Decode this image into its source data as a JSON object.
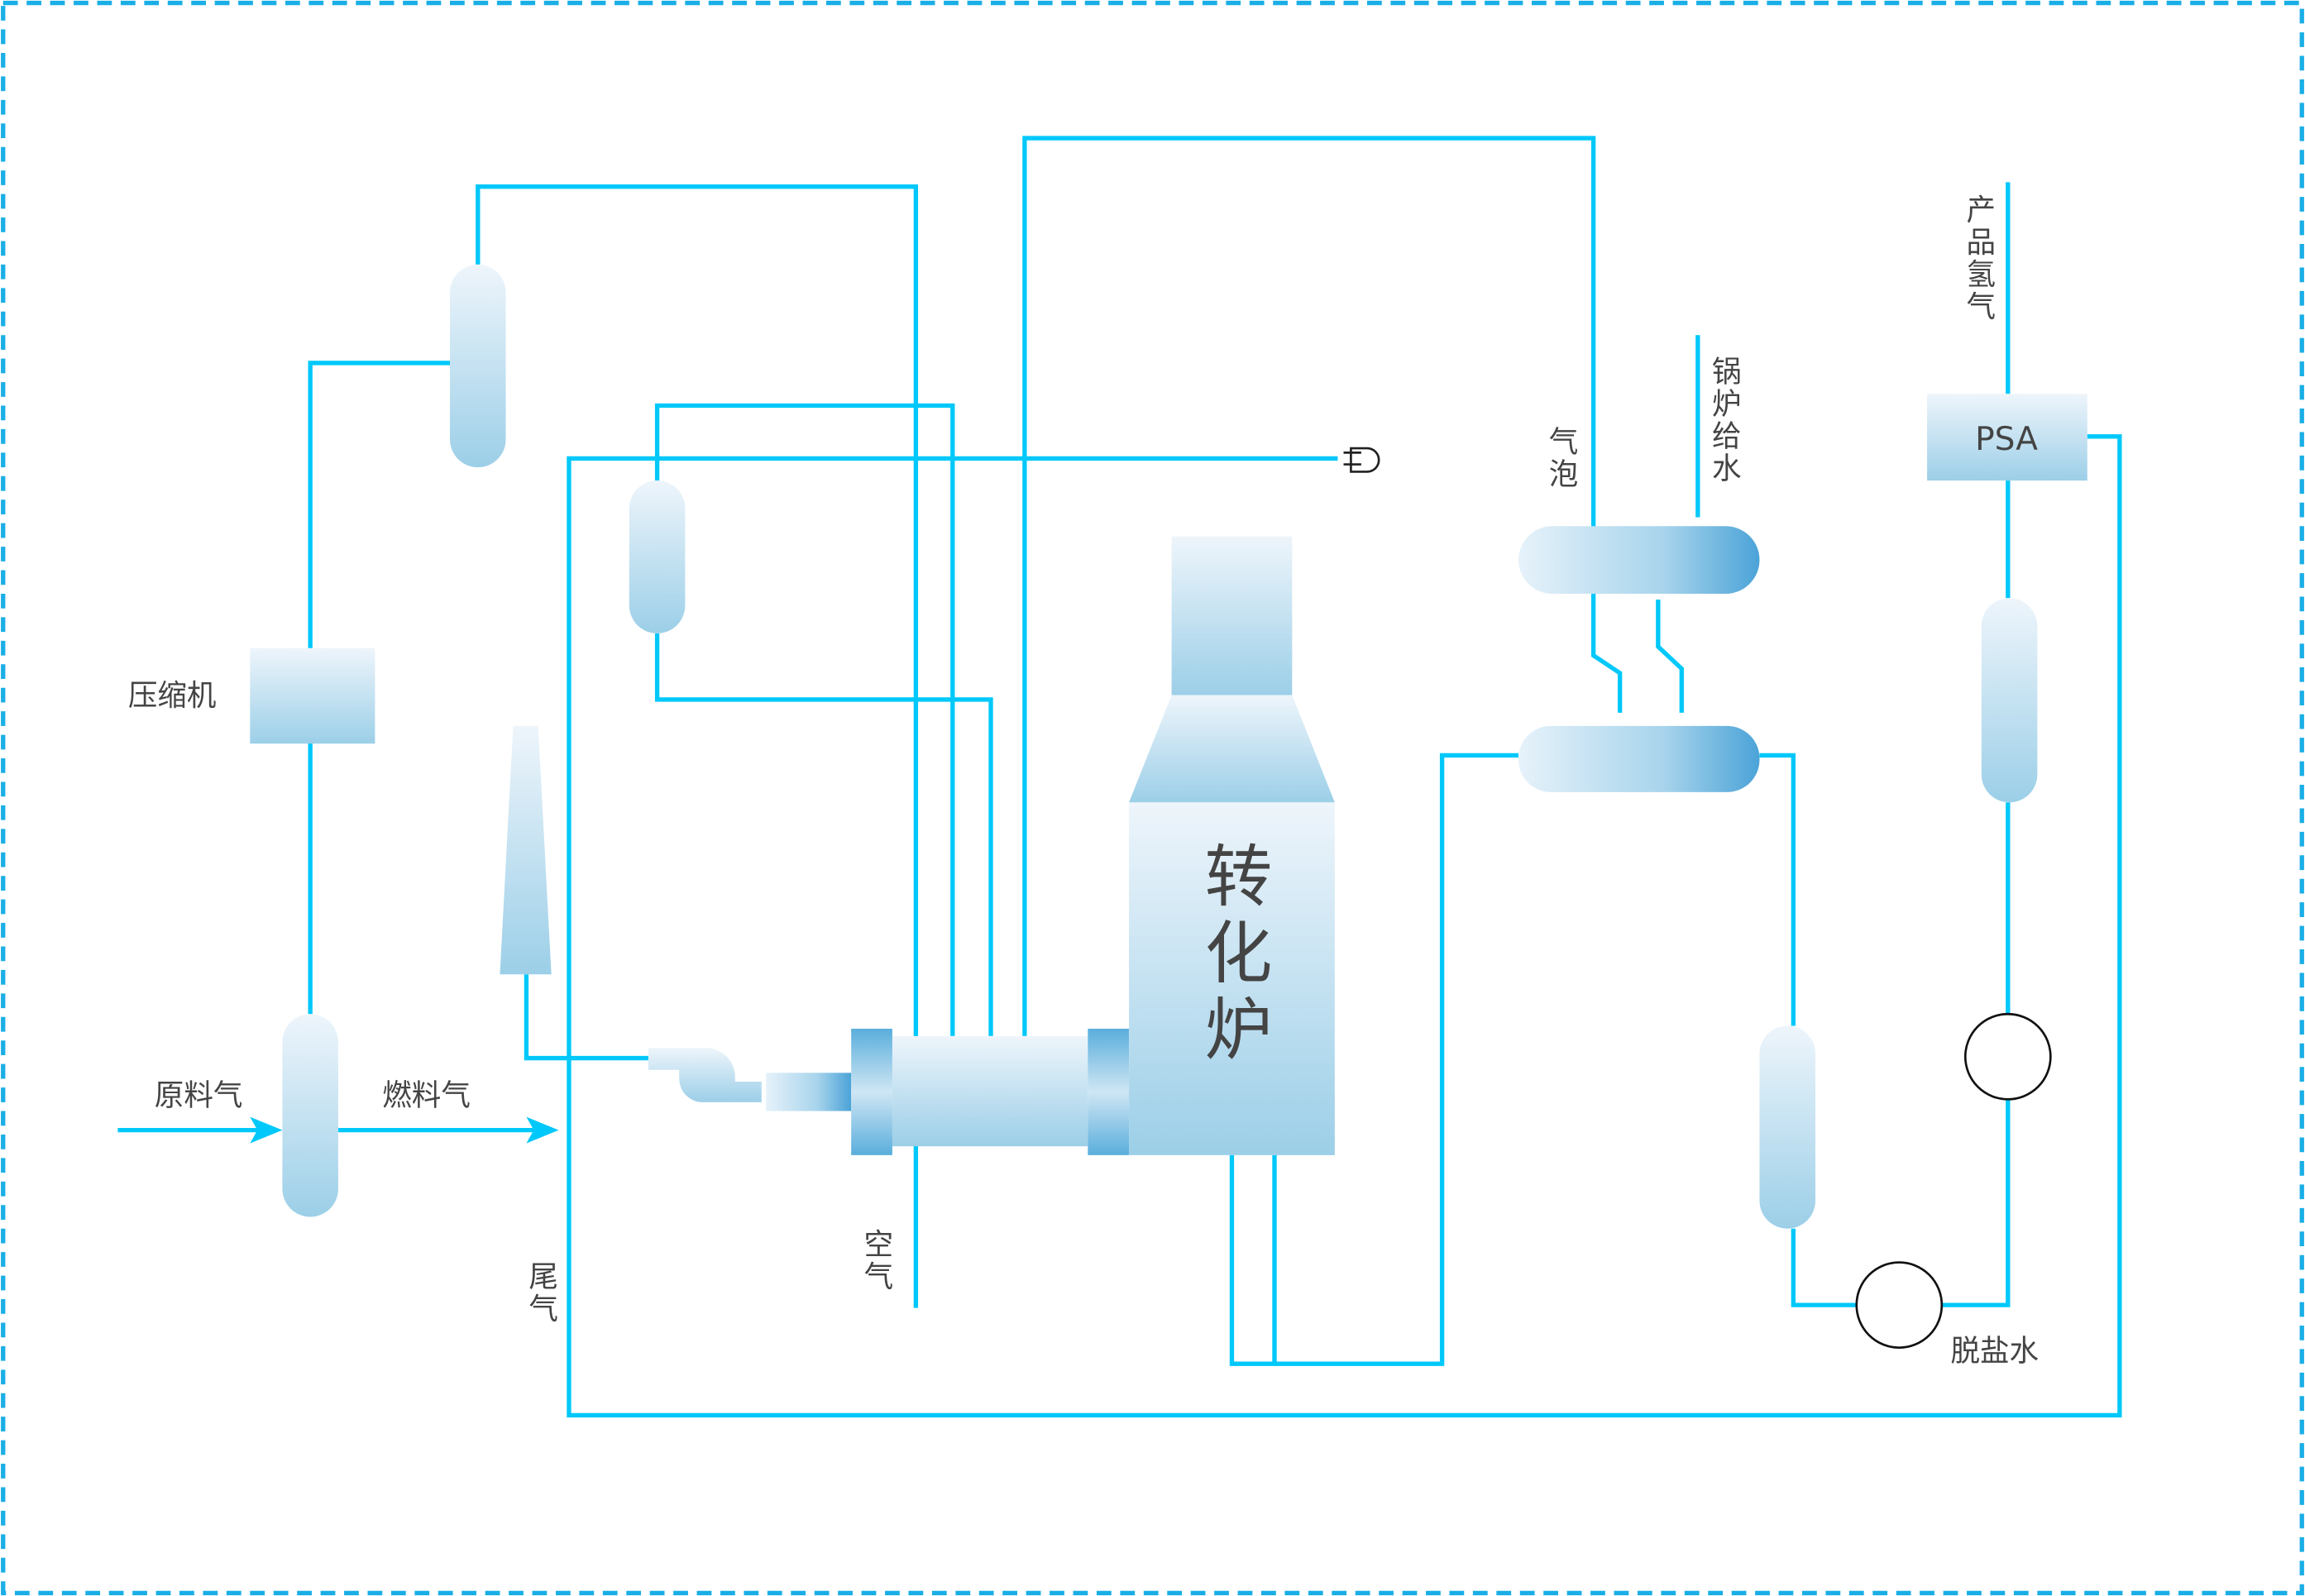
{
  "diagram": {
    "colors": {
      "pipe": "#00c8fa",
      "border": "#1aaee6",
      "equipment_light": "#eef5fb",
      "equipment_dark": "#9ccfe8",
      "equipment_accent": "#4ba3d8",
      "text": "#444444"
    },
    "labels": {
      "feed_gas": "原料气",
      "fuel_gas": "燃料气",
      "compressor": "压缩机",
      "tail_gas": "尾气",
      "air": "空气",
      "reformer": "转化炉",
      "steam_drum": "气泡",
      "boiler_feed_water": "锅炉给水",
      "product_hydrogen": "产品氢气",
      "psa": "PSA",
      "demineralized_water": "脱盐水"
    },
    "icons": [
      "arrow-icon",
      "plug-icon",
      "pump-icon"
    ]
  }
}
